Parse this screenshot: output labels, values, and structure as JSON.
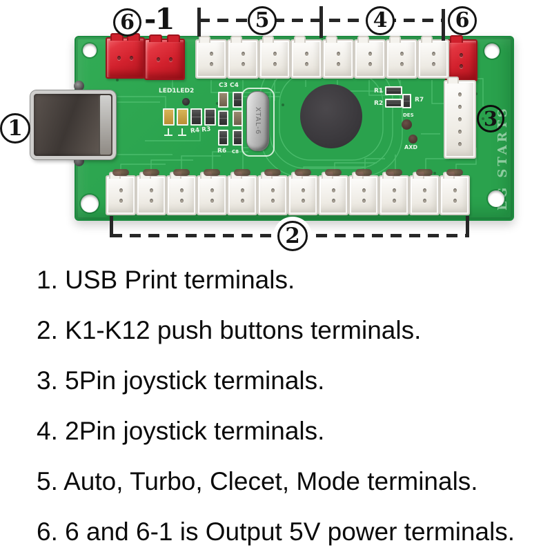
{
  "legend": {
    "items": [
      "1. USB Print terminals.",
      "2. K1-K12 push buttons terminals.",
      "3. 5Pin joystick terminals.",
      "4. 2Pin joystick terminals.",
      "5. Auto, Turbo, Clecet, Mode terminals.",
      "6. 6 and 6-1 is Output 5V power terminals."
    ]
  },
  "diagram": {
    "callouts": {
      "usb": "1",
      "push_buttons": "2",
      "joystick_5pin": "3",
      "joystick_2pin": "4",
      "modes": "5",
      "power": "6",
      "power_aux": "6",
      "power_aux_suffix": "-1"
    },
    "connectors": {
      "top_white_count": 8,
      "bottom_white_count": 12,
      "side_pin_count": 5,
      "pins_per_terminal": 2
    },
    "silkscreen": {
      "leds": "LED1LED2",
      "caps_top": "C3 C4",
      "res_r4_r3": "R4 R3",
      "res_r6": "R6",
      "cap_c8": "C8",
      "res_r1": "R1",
      "res_r2": "R2",
      "res_r7": "R7",
      "des": "DES",
      "axd": "AXD",
      "crystal": "XTAL-6",
      "brand": "EG STARTS"
    },
    "colors": {
      "board_green": "#2aa24d",
      "connector_red": "#d2212d",
      "connector_white": "#f3f1ec",
      "annotation_black": "#262626"
    }
  }
}
